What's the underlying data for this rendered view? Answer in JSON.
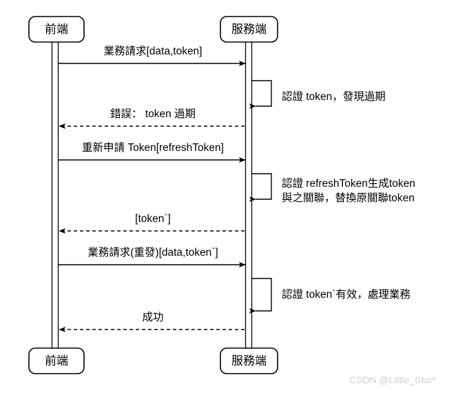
{
  "diagram": {
    "type": "sequence-diagram",
    "participants": [
      {
        "id": "client",
        "name": "前端"
      },
      {
        "id": "server",
        "name": "服務端"
      }
    ],
    "participants_bottom": [
      {
        "id": "client",
        "name": "前端"
      },
      {
        "id": "server",
        "name": "服務端"
      }
    ],
    "messages": [
      {
        "id": "m1",
        "from": "client",
        "to": "server",
        "style": "solid",
        "label": "業務請求[data,token]"
      },
      {
        "id": "n1",
        "from": "server",
        "to": "server",
        "style": "self",
        "label_line1": "認證 token，發現過期",
        "label_line2": ""
      },
      {
        "id": "m2",
        "from": "server",
        "to": "client",
        "style": "dashed",
        "label": "錯誤： token 過期"
      },
      {
        "id": "m3",
        "from": "client",
        "to": "server",
        "style": "solid",
        "label": "重新申請 Token[refreshToken]"
      },
      {
        "id": "n2",
        "from": "server",
        "to": "server",
        "style": "self",
        "label_line1": "認證 refreshToken生成token",
        "label_line2": "與之關聯，替換原關聯token"
      },
      {
        "id": "m4",
        "from": "server",
        "to": "client",
        "style": "dashed",
        "label": "[token`]"
      },
      {
        "id": "m5",
        "from": "client",
        "to": "server",
        "style": "solid",
        "label": "業務請求(重發)[data,token`]"
      },
      {
        "id": "n3",
        "from": "server",
        "to": "server",
        "style": "self",
        "label_line1": "認證 token`有效，處理業務",
        "label_line2": ""
      },
      {
        "id": "m6",
        "from": "server",
        "to": "client",
        "style": "dashed",
        "label": "成功"
      }
    ]
  },
  "watermark": {
    "text": "CSDN @Little_Star*",
    "color": "#d2d2d2"
  },
  "colors": {
    "background": "#ffffff",
    "stroke": "#000000",
    "text": "#000000",
    "watermark": "#d2d2d2"
  }
}
